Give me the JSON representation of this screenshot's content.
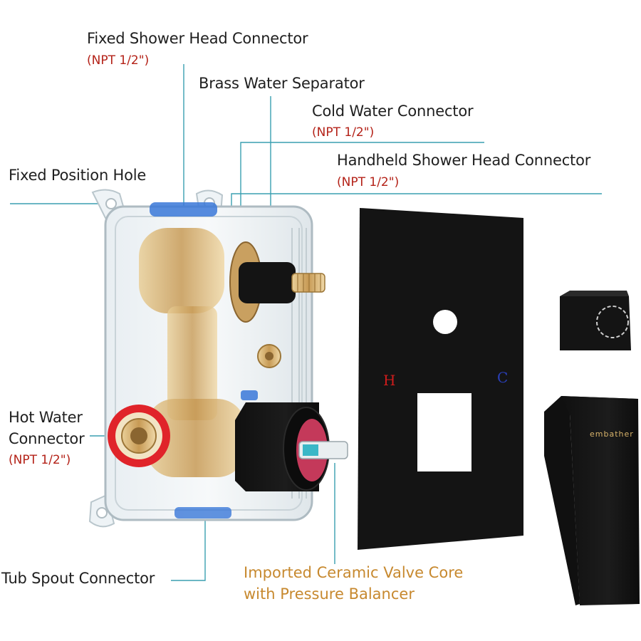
{
  "callouts": {
    "fixed_shower_head": {
      "title": "Fixed Shower Head Connector",
      "spec": "(NPT 1/2\")"
    },
    "brass_separator": {
      "title": "Brass Water Separator"
    },
    "cold_water": {
      "title": "Cold Water Connector",
      "spec": "(NPT 1/2\")"
    },
    "handheld_shower_head": {
      "title": "Handheld Shower Head Connector",
      "spec": "(NPT 1/2\")"
    },
    "fixed_position_hole": {
      "title": "Fixed Position Hole"
    },
    "hot_water": {
      "title_line1": "Hot Water",
      "title_line2": "Connector",
      "spec": "(NPT 1/2\")"
    },
    "tub_spout": {
      "title": "Tub Spout Connector"
    },
    "valve_core": {
      "line1": "Imported Ceramic Valve Core",
      "line2": "with Pressure Balancer"
    }
  },
  "plate_marks": {
    "hot": "H",
    "cold": "C"
  },
  "brand": "embather",
  "colors": {
    "leader_line": "#3a9fb0",
    "spec_text": "#b42218",
    "highlight_text": "#c7892f",
    "finish": "#141414",
    "brass": "#c9a060",
    "hot_ring": "#e0242a",
    "cold_cap": "#3a78d8"
  }
}
